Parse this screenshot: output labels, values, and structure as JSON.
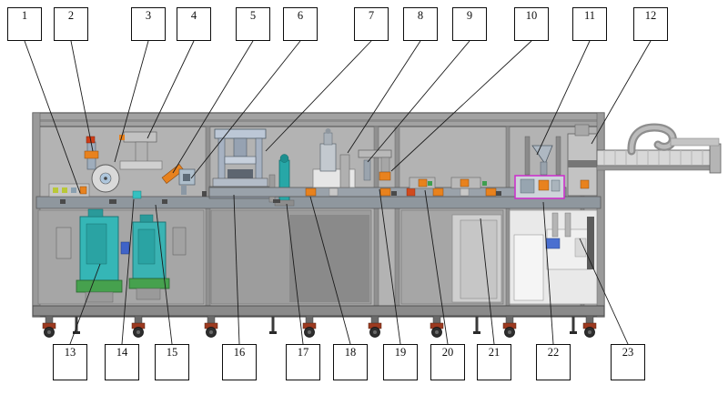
{
  "diagram": {
    "figure_type": "labeled-machine-callout-diagram",
    "description": "Side elevation drawing of an automated assembly line machine with numbered part callouts",
    "labels_top": [
      "1",
      "2",
      "3",
      "4",
      "5",
      "6",
      "7",
      "8",
      "9",
      "10",
      "11",
      "12"
    ],
    "labels_bottom": [
      "13",
      "14",
      "15",
      "16",
      "17",
      "18",
      "19",
      "20",
      "21",
      "22",
      "23"
    ],
    "colors": {
      "machine_body": "#b3b3b3",
      "frame_stroke": "#4d4d4d",
      "deck": "#8f979e",
      "teal_equipment": "#35b6b6",
      "green_base": "#46a14e",
      "orange_fixture": "#e8821e",
      "red_fixture": "#cf3d17",
      "magenta_highlight": "#cc33cc",
      "light_panel": "#e9e9e9",
      "blue_accent": "#4a6fd0",
      "caster_mount": "#9c3a20",
      "leader_line": "#1a1a1a"
    }
  }
}
